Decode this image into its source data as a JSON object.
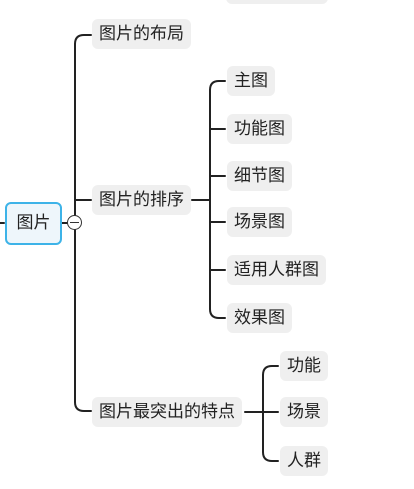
{
  "mindmap": {
    "root": {
      "label": "图片"
    },
    "branches": [
      {
        "label": "图片的布局",
        "children": []
      },
      {
        "label": "图片的排序",
        "children": [
          "主图",
          "功能图",
          "细节图",
          "场景图",
          "适用人群图",
          "效果图"
        ]
      },
      {
        "label": "图片最突出的特点",
        "children": [
          "功能",
          "场景",
          "人群"
        ]
      }
    ]
  }
}
